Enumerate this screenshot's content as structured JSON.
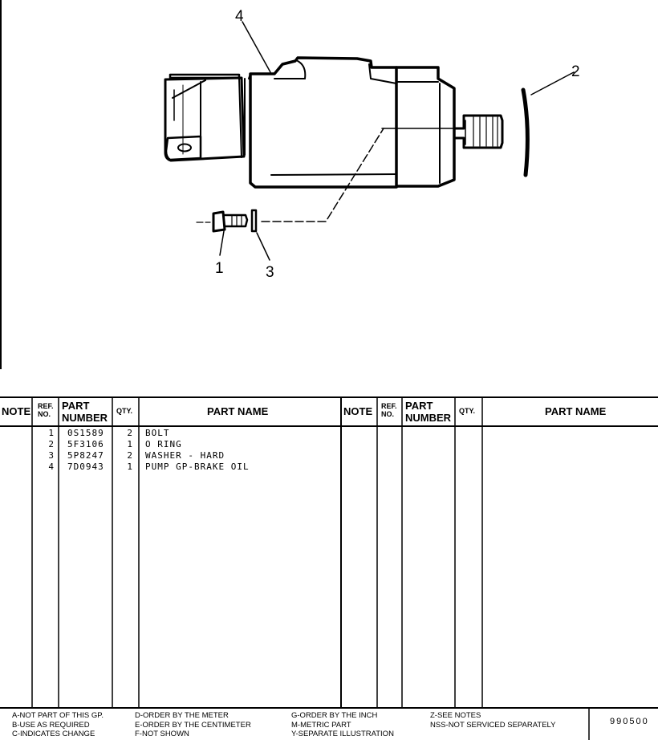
{
  "callouts": [
    "4",
    "2",
    "1",
    "3"
  ],
  "table": {
    "headers": {
      "note": "NOTE",
      "ref_no": [
        "REF.",
        "NO."
      ],
      "part_number": [
        "PART",
        "NUMBER"
      ],
      "qty": "QTY.",
      "part_name": "PART NAME"
    },
    "rows": [
      {
        "ref": "1",
        "part_number": "0S1589",
        "qty": "2",
        "name": "BOLT"
      },
      {
        "ref": "2",
        "part_number": "5F3106",
        "qty": "1",
        "name": "O RING"
      },
      {
        "ref": "3",
        "part_number": "5P8247",
        "qty": "2",
        "name": "WASHER - HARD"
      },
      {
        "ref": "4",
        "part_number": "7D0943",
        "qty": "1",
        "name": "PUMP GP-BRAKE OIL"
      }
    ]
  },
  "legend": {
    "col1": [
      "A-NOT PART OF THIS GP.",
      "B-USE AS REQUIRED",
      "C-INDICATES CHANGE"
    ],
    "col2": [
      "D-ORDER BY THE METER",
      "E-ORDER BY THE CENTIMETER",
      "F-NOT SHOWN"
    ],
    "col3": [
      "G-ORDER BY THE INCH",
      "M-METRIC PART",
      "Y-SEPARATE ILLUSTRATION"
    ],
    "col4": [
      "Z-SEE NOTES",
      "NSS-NOT SERVICED SEPARATELY"
    ]
  },
  "page_number": "990500"
}
